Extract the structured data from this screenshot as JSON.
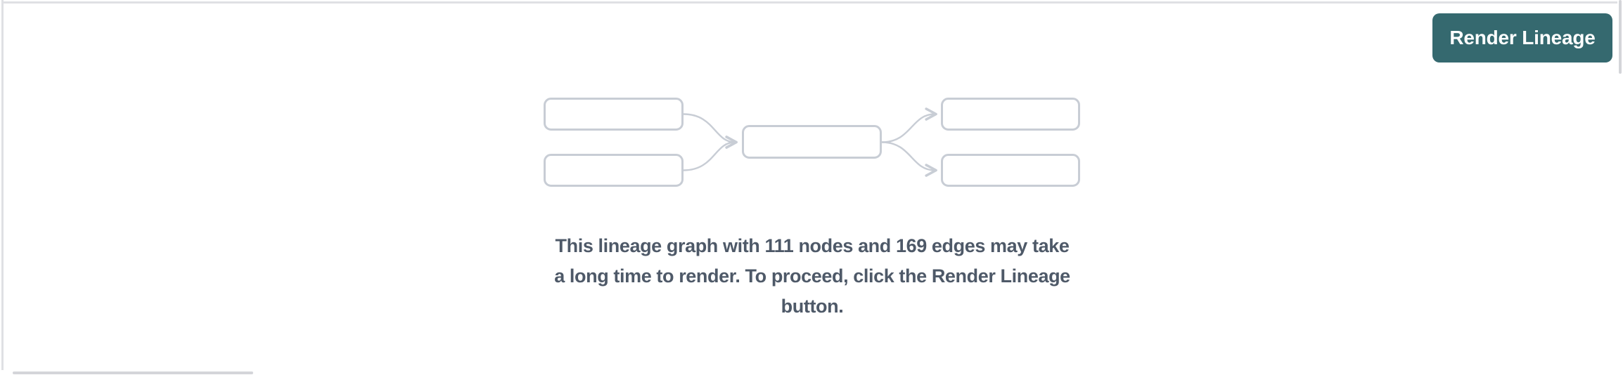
{
  "toolbar": {
    "render_button_label": "Render Lineage"
  },
  "empty_state": {
    "message": "This lineage graph with 111 nodes and 169 edges may take\na long time to render. To proceed, click the Render Lineage\nbutton.",
    "node_count": "111",
    "edge_count": "169",
    "preview_icon": "lineage-graph-placeholder"
  },
  "colors": {
    "accent": "#35696F",
    "border-light": "#DFE0E4",
    "scrollbar": "#D4D5D9",
    "node": "#C8CDD5",
    "text": "#4E5968",
    "button-text": "#FFFFFF",
    "bg": "#FFFFFF"
  }
}
